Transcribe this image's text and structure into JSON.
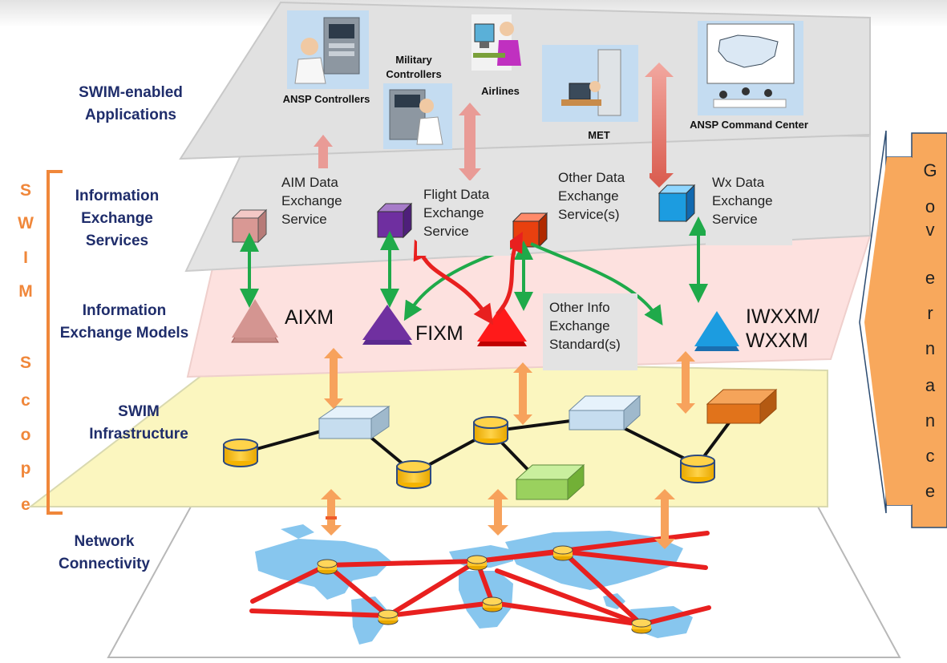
{
  "layers": {
    "applications": "SWIM-enabled Applications",
    "services": "Information Exchange Services",
    "models": "Information Exchange Models",
    "infrastructure": "SWIM Infrastructure",
    "network": "Network Connectivity"
  },
  "applications": {
    "ansp_controllers": "ANSP Controllers",
    "military_controllers": "Military Controllers",
    "airlines": "Airlines",
    "met": "MET",
    "command_center": "ANSP Command Center"
  },
  "services": {
    "aim": "AIM Data Exchange Service",
    "flight": "Flight Data Exchange Service",
    "other": "Other Data Exchange Service(s)",
    "wx": "Wx Data Exchange Service"
  },
  "models": {
    "aixm": "AIXM",
    "fixm": "FIXM",
    "other": "Other Info Exchange Standard(s)",
    "iwxxm": "IWXXM/ WXXM"
  },
  "scope": {
    "letters": [
      "S",
      "W",
      "I",
      "M",
      "S",
      "c",
      "o",
      "p",
      "e"
    ]
  },
  "governance": {
    "letters": [
      "G",
      "o",
      "v",
      "e",
      "r",
      "n",
      "a",
      "n",
      "c",
      "e"
    ]
  },
  "colors": {
    "accent_orange": "#f0873a",
    "label_navy": "#1f2d6b",
    "exchange_green": "#1faa4a",
    "network_red": "#e8201f"
  }
}
